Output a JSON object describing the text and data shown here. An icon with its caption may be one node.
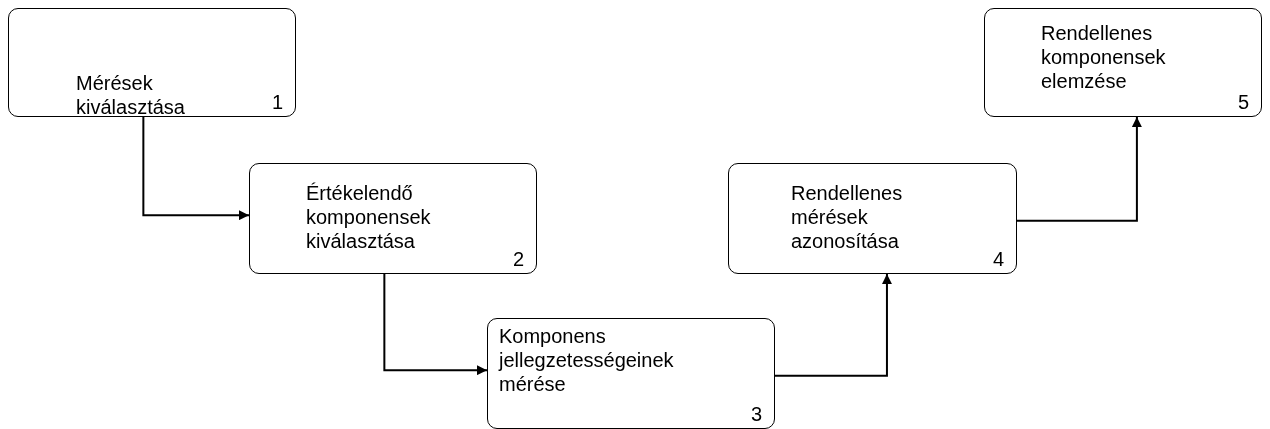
{
  "diagram": {
    "nodes": [
      {
        "text": [
          "Mérések kiválasztása",
          "1"
        ]
      },
      {
        "text": [
          "Értékelendő komponensek kiválasztása",
          "2"
        ]
      },
      {
        "text": [
          "Komponens jellegzetességeinek mérése",
          "3"
        ]
      },
      {
        "text": [
          "Rendellenes mérések azonosítása",
          "4"
        ]
      },
      {
        "text": [
          "Rendellenes komponensek elemzése",
          "5"
        ]
      }
    ],
    "edges": [
      {
        "from": 0,
        "to": 1,
        "arrow": "to"
      },
      {
        "from": 1,
        "to": 2,
        "arrow": "to"
      },
      {
        "from": 2,
        "to": 3,
        "arrow": "to"
      },
      {
        "from": 3,
        "to": 4,
        "arrow": "to"
      }
    ]
  }
}
